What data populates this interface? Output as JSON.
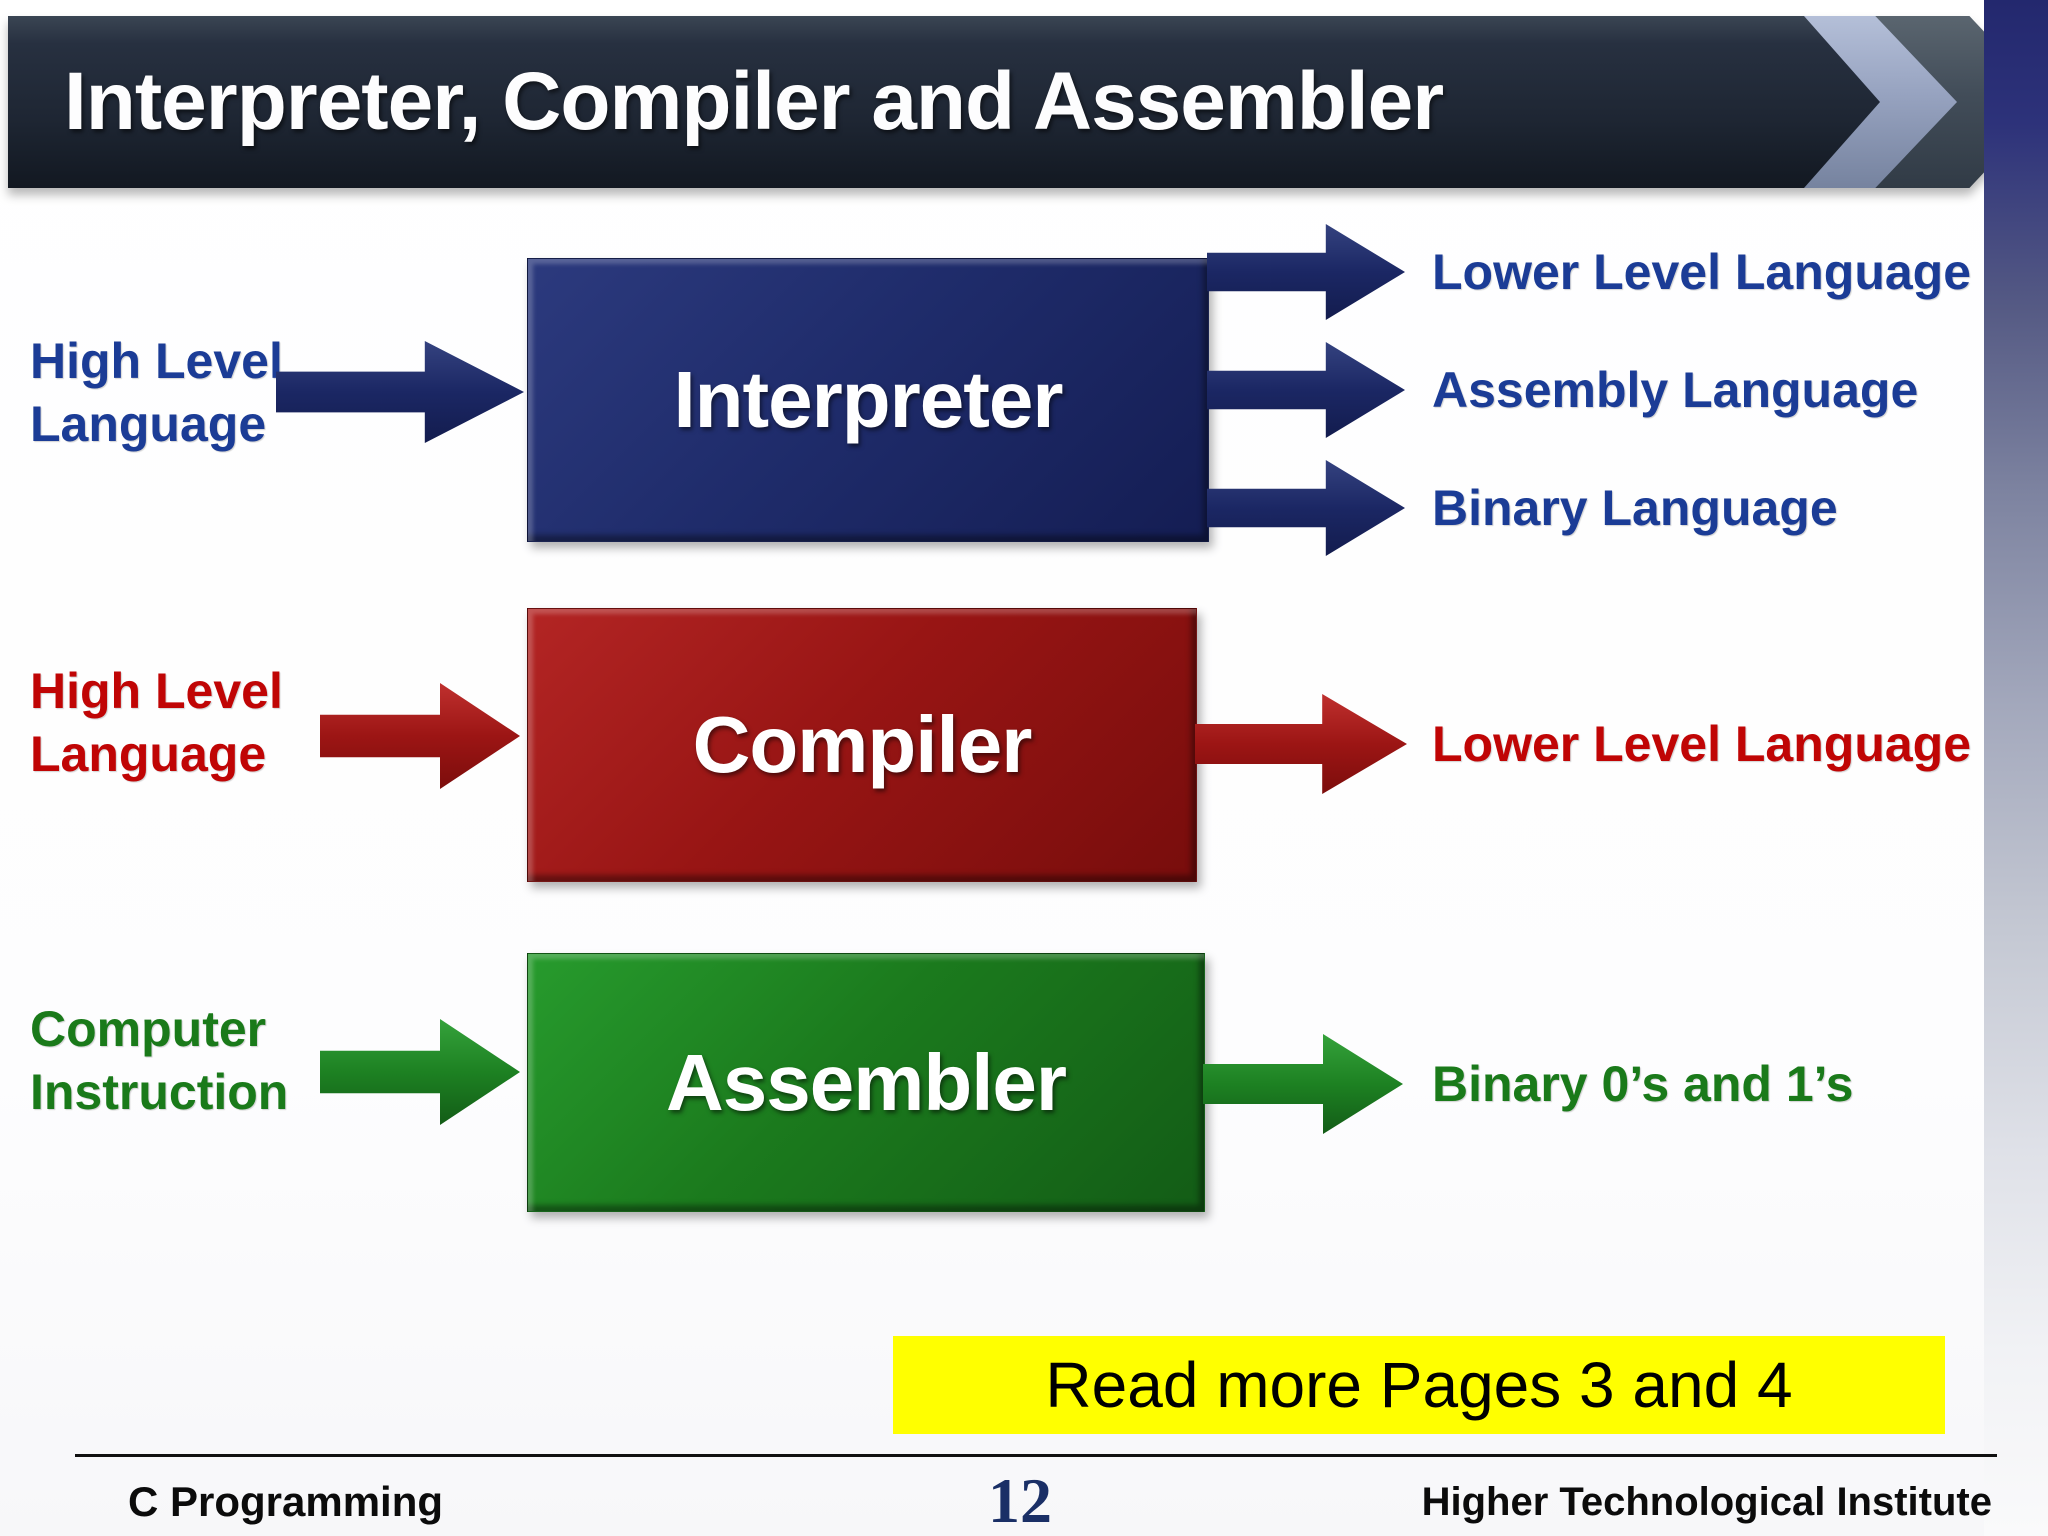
{
  "title_bar": {
    "title": "Interpreter, Compiler and Assembler"
  },
  "diagram": {
    "rows": [
      {
        "name": "interpreter",
        "accent": "#1b3c96",
        "input_label": "High Level Language",
        "box_label": "Interpreter",
        "output_labels": [
          "Lower Level Language",
          "Assembly Language",
          "Binary Language"
        ]
      },
      {
        "name": "compiler",
        "accent": "#c00505",
        "input_label": "High Level Language",
        "box_label": "Compiler",
        "output_labels": [
          "Lower Level Language"
        ]
      },
      {
        "name": "assembler",
        "accent": "#1a7a1a",
        "input_label": "Computer Instruction",
        "box_label": "Assembler",
        "output_labels": [
          "Binary 0’s and 1’s"
        ]
      }
    ]
  },
  "note": {
    "text": "Read more Pages 3 and 4",
    "highlight_color": "#ffff00"
  },
  "footer": {
    "course": "C Programming",
    "page_number": "12",
    "institution": "Higher Technological Institute"
  }
}
